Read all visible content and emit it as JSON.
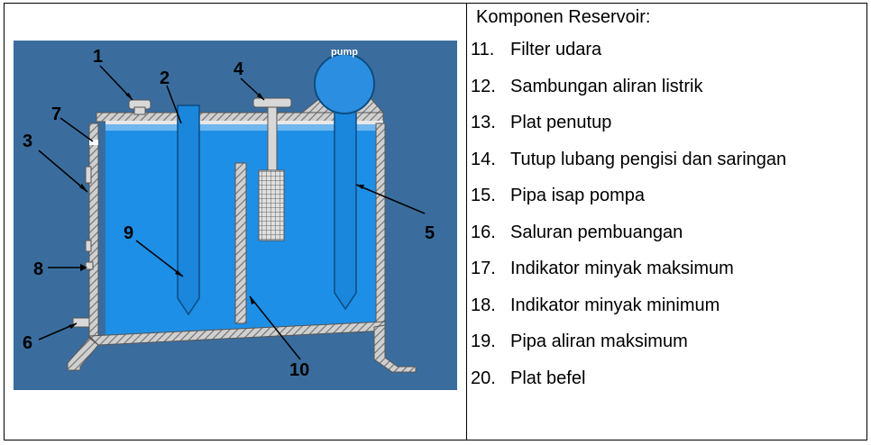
{
  "legend": {
    "title": "Komponen Reservoir:",
    "items": [
      {
        "number": "11.",
        "text": "Filter udara"
      },
      {
        "number": "12.",
        "text": "Sambungan aliran listrik"
      },
      {
        "number": "13.",
        "text": "Plat penutup"
      },
      {
        "number": "14.",
        "text": "Tutup lubang pengisi dan saringan"
      },
      {
        "number": "15.",
        "text": "Pipa isap pompa"
      },
      {
        "number": "16.",
        "text": "Saluran pembuangan"
      },
      {
        "number": "17.",
        "text": "Indikator minyak maksimum"
      },
      {
        "number": "18.",
        "text": "Indikator minyak minimum"
      },
      {
        "number": "19.",
        "text": "Pipa aliran maksimum"
      },
      {
        "number": "20.",
        "text": "Plat befel"
      }
    ]
  },
  "diagram": {
    "pump_label": "pump",
    "callouts": [
      "1",
      "2",
      "3",
      "4",
      "5",
      "6",
      "7",
      "8",
      "9",
      "10"
    ],
    "colors": {
      "background": "#3a6d9e",
      "oil": "#1e8fe6",
      "wall": "#c8c8c8",
      "hatch": "#6e6e6e",
      "pump": "#2b8ee0"
    }
  }
}
